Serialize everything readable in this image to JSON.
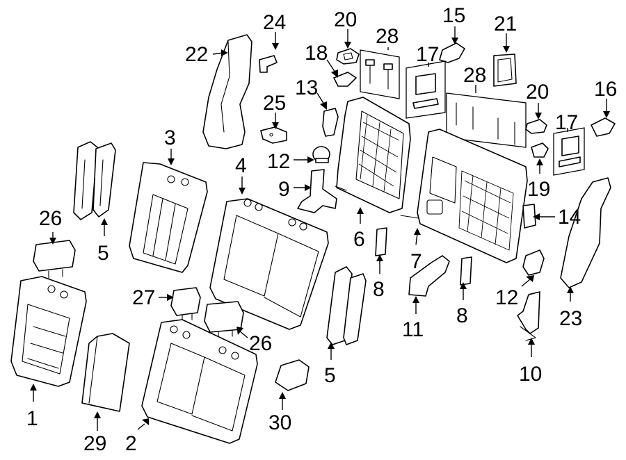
{
  "callouts": {
    "c1": "1",
    "c2": "2",
    "c3": "3",
    "c4": "4",
    "c5a": "5",
    "c5b": "5",
    "c6": "6",
    "c7": "7",
    "c8a": "8",
    "c8b": "8",
    "c9": "9",
    "c10": "10",
    "c11": "11",
    "c12a": "12",
    "c12b": "12",
    "c13": "13",
    "c14": "14",
    "c15": "15",
    "c16": "16",
    "c17a": "17",
    "c17b": "17",
    "c18": "18",
    "c19": "19",
    "c20a": "20",
    "c20b": "20",
    "c21": "21",
    "c22": "22",
    "c23": "23",
    "c24": "24",
    "c25": "25",
    "c26a": "26",
    "c26b": "26",
    "c27": "27",
    "c28a": "28",
    "c28b": "28",
    "c29": "29",
    "c30": "30"
  },
  "colors": {
    "line": "#000000",
    "background": "#ffffff"
  }
}
